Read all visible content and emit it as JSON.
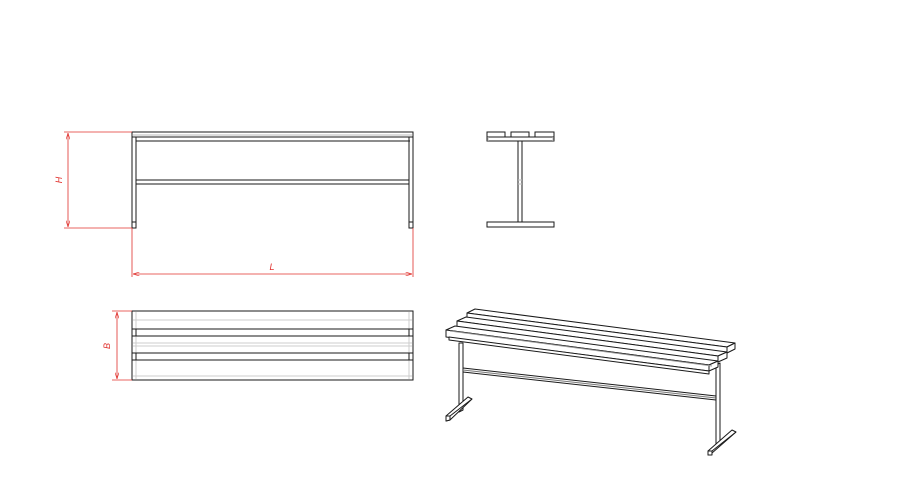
{
  "drawing": {
    "subject": "bench",
    "colors": {
      "line": "#1a1a1a",
      "hidden_line": "#c8c8c8",
      "dimension": "#e0302c",
      "background": "#ffffff"
    }
  },
  "views": {
    "front": {
      "name": "front-view"
    },
    "side": {
      "name": "side-view"
    },
    "top": {
      "name": "top-view"
    },
    "isometric": {
      "name": "isometric-view"
    }
  },
  "dimensions": {
    "height": {
      "label": "H"
    },
    "length": {
      "label": "L"
    },
    "width": {
      "label": "B"
    }
  }
}
